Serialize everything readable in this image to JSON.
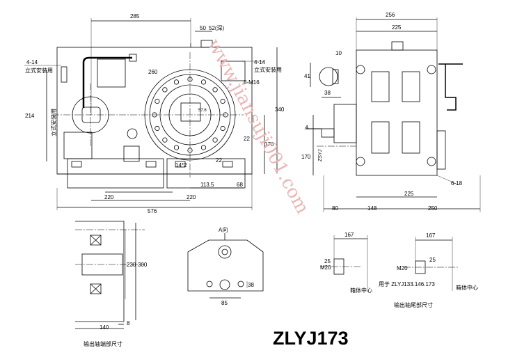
{
  "title": "ZLYJ173",
  "watermark": "www.jiansuji001.com",
  "colors": {
    "line": "#000000",
    "watermark": "#e8b7b7"
  },
  "front_view": {
    "dims": {
      "d285": "285",
      "d50": "50",
      "d52": "52(深)",
      "d260": "260",
      "d214": "214",
      "d340": "340",
      "d170": "170",
      "d22a": "22",
      "d22b": "22",
      "d14x2": "14*2",
      "d57_6": "57.6",
      "d113_5": "113.5",
      "d68": "68",
      "d220a": "220",
      "d220b": "220",
      "d576": "576"
    },
    "labels": {
      "holes_left": "4-14",
      "mount_left": "立式安装用",
      "holes_right": "4-14",
      "mount_right": "立式安装用",
      "bolt_circle": "8-M16",
      "side_mount": "立式安装用"
    }
  },
  "side_view": {
    "dims": {
      "d256": "256",
      "d225_top": "225",
      "d10": "10",
      "d41": "41",
      "d38": "38",
      "d170": "170",
      "d225_bot": "225",
      "d80": "80",
      "d148": "148",
      "d250": "250",
      "d6_18": "6-18"
    },
    "labels": {
      "view_a": "A",
      "zsyj": "ZSYJ"
    }
  },
  "input_detail": {
    "dims": {
      "d230": "230",
      "d300": "300",
      "d8": "8",
      "d140": "140"
    },
    "caption": "输出轴端部尺寸"
  },
  "a_view": {
    "label": "A向",
    "dims": {
      "d85": "85",
      "d38": "38"
    }
  },
  "tail_detail_1": {
    "dims": {
      "d167": "167",
      "m20": "M20",
      "d25": "25"
    },
    "center": "箱体中心",
    "note": "用于 ZLYJ133.146.173"
  },
  "tail_detail_2": {
    "dims": {
      "d167": "167",
      "m20": "M20",
      "d25": "25"
    },
    "center": "箱体中心"
  },
  "tail_caption": "输出轴尾部尺寸"
}
